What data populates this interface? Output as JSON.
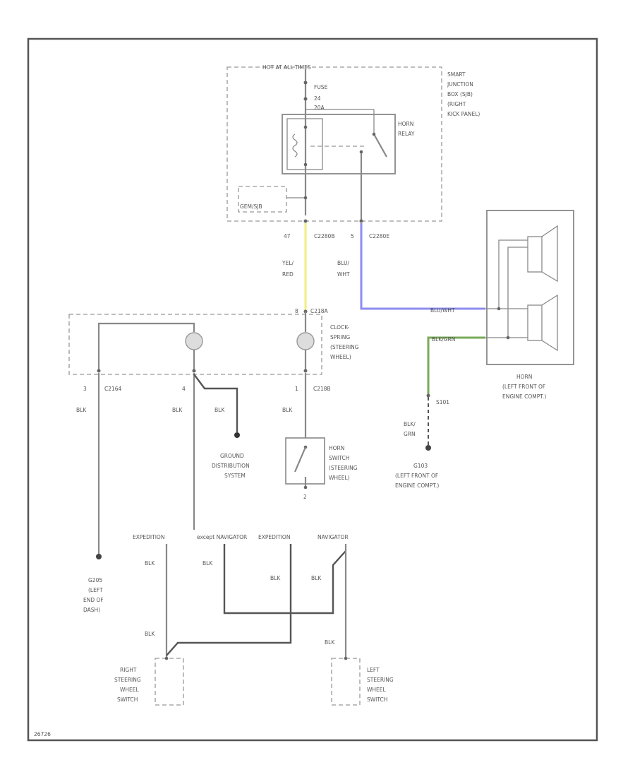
{
  "power_label": "HOT AT ALL TIMES",
  "sjb": {
    "label_lines": [
      "SMART",
      "JUNCTION",
      "BOX (SJB)",
      "(RIGHT",
      "KICK PANEL)"
    ],
    "fuse_lines": [
      "FUSE",
      "24",
      "20A"
    ],
    "relay_label_lines": [
      "HORN",
      "RELAY"
    ],
    "gem_label": "GEM/SJB"
  },
  "connectors": {
    "c2280b_pin": "47",
    "c2280b": "C2280B",
    "c2280e_pin": "5",
    "c2280e": "C2280E",
    "c218a_pin": "8",
    "c218a": "C218A",
    "c2164_pin": "3",
    "c2164": "C2164",
    "c2164_pin4": "4",
    "c218b_pin": "1",
    "c218b": "C218B",
    "horn_sw_pin": "2",
    "s101": "S101"
  },
  "wires": {
    "yel_red": [
      "YEL/",
      "RED"
    ],
    "blu_wht": [
      "BLU/",
      "WHT"
    ],
    "blu_wht_horn": "BLU/WHT",
    "blk_grn_horn": "BLK/GRN",
    "blk_grn": [
      "BLK/",
      "GRN"
    ],
    "blk": "BLK"
  },
  "clockspring_label": [
    "CLOCK-",
    "SPRING",
    "(STEERING",
    "WHEEL)"
  ],
  "horn_switch_label": [
    "HORN",
    "SWITCH",
    "(STEERING",
    "WHEEL)"
  ],
  "horn_label": [
    "HORN",
    "(LEFT FRONT OF",
    "ENGINE COMPT.)"
  ],
  "g103_label": [
    "G103",
    "(LEFT FRONT OF",
    "ENGINE COMPT.)"
  ],
  "ground_dist": [
    "GROUND",
    "DISTRIBUTION",
    "SYSTEM"
  ],
  "g205_label": [
    "G205",
    "(LEFT",
    "END OF",
    "DASH)"
  ],
  "variant_labels": {
    "expedition_part1": "EXPEDITION",
    "except_navigator": "except NAVIGATOR",
    "expedition": "EXPEDITION",
    "navigator": "NAVIGATOR"
  },
  "right_switch": [
    "RIGHT",
    "STEERING",
    "WHEEL",
    "SWITCH"
  ],
  "left_switch": [
    "LEFT",
    "STEERING",
    "WHEEL",
    "SWITCH"
  ],
  "footer_code": "26726",
  "colors": {
    "yel_red": "#f3ef8c",
    "blu_wht": "#8c8cf0",
    "blk_grn": "#7aaa5a"
  }
}
